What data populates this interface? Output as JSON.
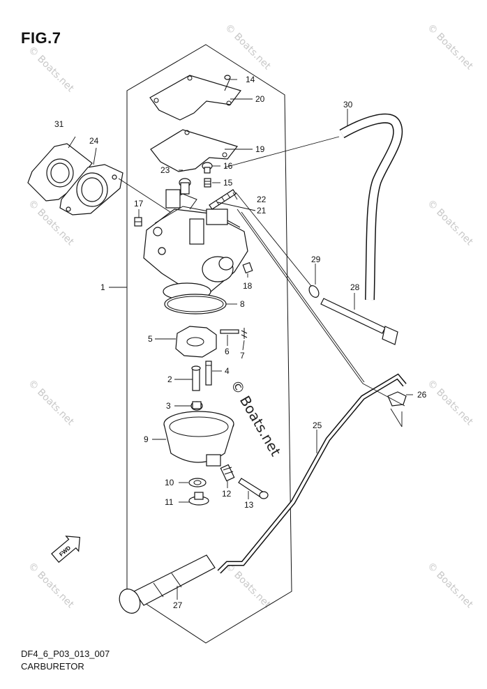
{
  "figure": {
    "title": "FIG.7",
    "code": "DF4_6_P03_013_007",
    "caption": "CARBURETOR"
  },
  "watermark": {
    "text": "© Boats.net",
    "center_text": "© Boats.net"
  },
  "fwd_label": "FWD",
  "callouts": {
    "c1": "1",
    "c2": "2",
    "c3": "3",
    "c4": "4",
    "c5": "5",
    "c6": "6",
    "c7": "7",
    "c8": "8",
    "c9": "9",
    "c10": "10",
    "c11": "11",
    "c12": "12",
    "c13": "13",
    "c14": "14",
    "c15": "15",
    "c16": "16",
    "c17": "17",
    "c18": "18",
    "c19": "19",
    "c20": "20",
    "c21": "21",
    "c22": "22",
    "c23": "23",
    "c24": "24",
    "c25": "25",
    "c26": "26",
    "c27": "27",
    "c28": "28",
    "c29": "29",
    "c30": "30",
    "c31": "31"
  },
  "colors": {
    "line": "#111111",
    "watermark": "#c8c8c8",
    "background": "#ffffff"
  }
}
